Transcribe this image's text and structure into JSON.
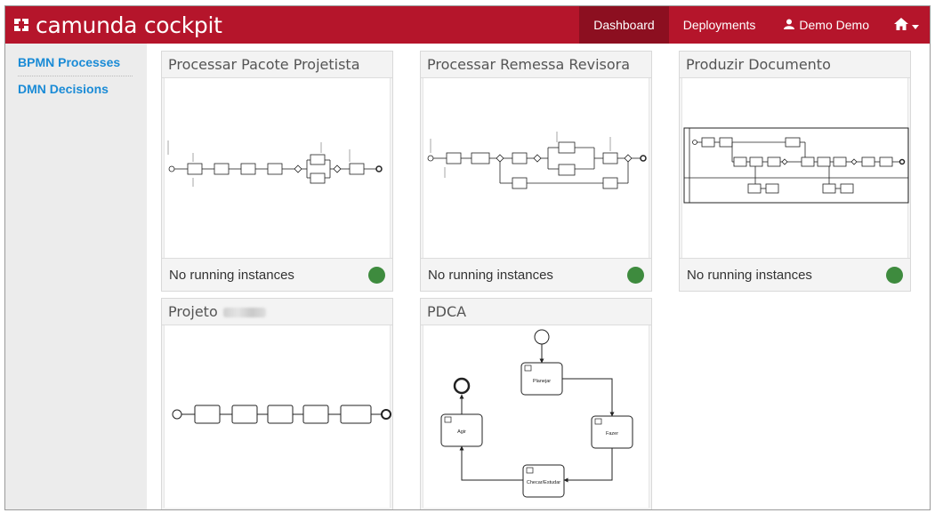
{
  "navbar": {
    "brand": "camunda cockpit",
    "items": [
      {
        "label": "Dashboard",
        "active": true
      },
      {
        "label": "Deployments",
        "active": false
      },
      {
        "label": "Demo Demo",
        "active": false
      }
    ]
  },
  "sidebar": {
    "items": [
      {
        "label": "BPMN Processes"
      },
      {
        "label": "DMN Decisions"
      }
    ]
  },
  "cards": [
    {
      "title": "Processar Pacote Projetista",
      "status": "No running instances"
    },
    {
      "title": "Processar Remessa Revisora",
      "status": "No running instances"
    },
    {
      "title": "Produzir Documento",
      "status": "No running instances"
    },
    {
      "title": "Projeto"
    },
    {
      "title": "PDCA"
    }
  ],
  "pdca": {
    "tasks": [
      "Planejar",
      "Fazer",
      "Checar/Estudar",
      "Agir"
    ]
  },
  "colors": {
    "navbar": "#b5152b",
    "navbar_active": "#8c0f20",
    "link": "#1a8bd6",
    "status_ok": "#3e8b3e"
  }
}
